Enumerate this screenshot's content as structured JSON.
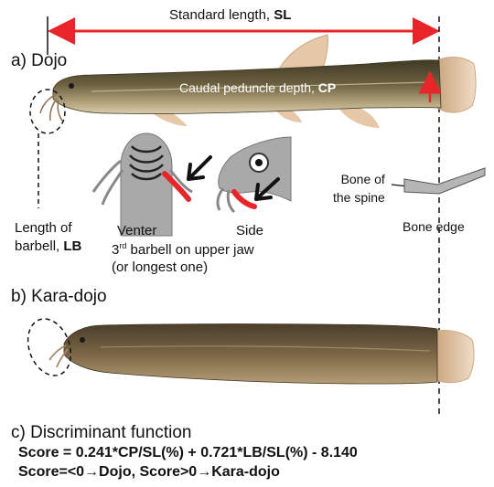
{
  "standard_length": {
    "text": "Standard length, ",
    "bold": "SL"
  },
  "section_a": "a) Dojo",
  "caudal": {
    "text": "Caudal peduncle depth, ",
    "bold": "CP"
  },
  "bone_spine": [
    "Bone of",
    "the spine"
  ],
  "bone_edge": "Bone edge",
  "length_barbell": {
    "line1": "Length of",
    "line2": "barbell, ",
    "bold": "LB"
  },
  "venter": "Venter",
  "side": "Side",
  "third_barbell": {
    "pre": "3",
    "sup": "rd",
    "post": " barbell on upper jaw"
  },
  "longest": "(or longest one)",
  "section_b": "b) Kara-dojo",
  "section_c": "c) Discriminant function",
  "formula": "Score = 0.241*CP/SL(%) + 0.721*LB/SL(%) - 8.140",
  "rule": "Score=<0→Dojo, Score>0→Kara-dojo",
  "colors": {
    "arrow_red": "#e8262a",
    "dojo_body": "#6b6040",
    "kara_body": "#7a6646",
    "fin": "#e6c7a8"
  }
}
